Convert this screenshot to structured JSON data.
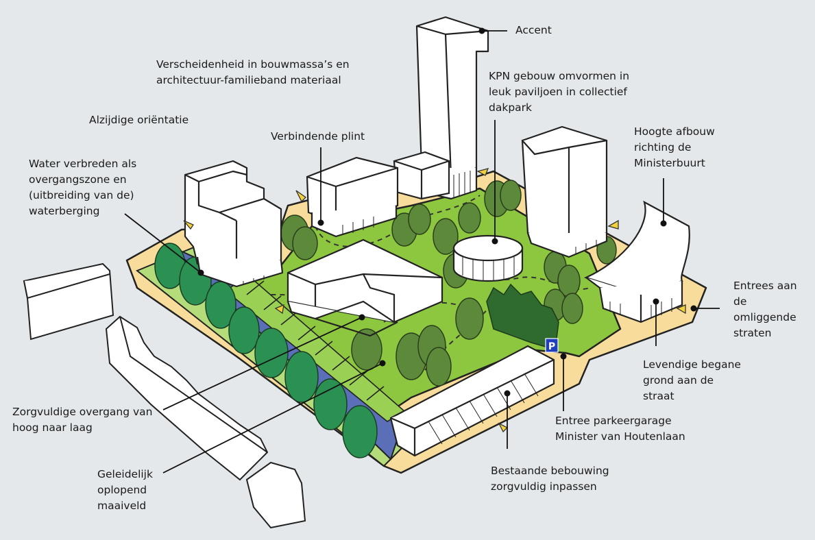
{
  "labels": {
    "accent": "Accent",
    "verscheidenheid": "Verscheidenheid in bouwmassa’s en\narchitectuur-familieband materiaal",
    "kpn": "KPN gebouw omvormen in\nleuk paviljoen in collectief\ndakpark",
    "alzijdig": "Alzijdige oriëntatie",
    "plint": "Verbindende plint",
    "hoogte": "Hoogte afbouw\nrichting de\nMinisterbuurt",
    "water": "Water verbreden als\novergangszone en\n(uitbreiding van de)\nwaterberging",
    "entrees": "Entrees aan\nde\nomliggende\nstraten",
    "levendig": "Levendige begane\ngrond aan de\nstraat",
    "parkeergarage": "Entree parkeergarage\nMinister van Houtenlaan",
    "zorgvuldig": "Zorgvuldige overgang van\nhoog naar laag",
    "bestaande": "Bestaande bebouwing\nzorgvuldig inpassen",
    "geleidelijk": "Geleidelijk\noplopend\nmaaiveld"
  },
  "parking_sign": "P",
  "colors": {
    "background": "#e4e8eb",
    "sand": "#f8dc9b",
    "lawn": "#8dc63f",
    "light_lawn": "#b5dc7a",
    "water": "#5a6fb8",
    "tree_dark": "#4e7d32",
    "tree_teal": "#2a9152",
    "building": "#ffffff",
    "parking_blue": "#1f3fbf"
  }
}
